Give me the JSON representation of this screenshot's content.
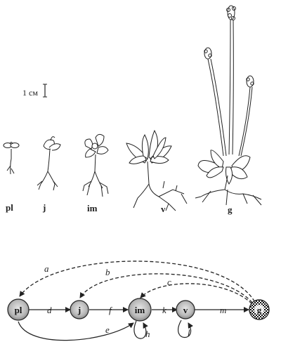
{
  "scale_bar": {
    "label": "1 см"
  },
  "stages": [
    {
      "id": "pl",
      "label": "pl"
    },
    {
      "id": "j",
      "label": "j"
    },
    {
      "id": "im",
      "label": "im"
    },
    {
      "id": "v",
      "label": "v"
    },
    {
      "id": "g",
      "label": "g"
    }
  ],
  "transitions": [
    {
      "label": "a",
      "from": "g",
      "to": "pl",
      "style": "dashed"
    },
    {
      "label": "b",
      "from": "g",
      "to": "j",
      "style": "dashed"
    },
    {
      "label": "c",
      "from": "g",
      "to": "im",
      "style": "dashed"
    },
    {
      "label": "d",
      "from": "pl",
      "to": "j",
      "style": "solid"
    },
    {
      "label": "e",
      "from": "pl",
      "to": "im",
      "style": "solid"
    },
    {
      "label": "f",
      "from": "j",
      "to": "im",
      "style": "solid"
    },
    {
      "label": "h",
      "from": "im",
      "to": "im",
      "style": "solid"
    },
    {
      "label": "k",
      "from": "im",
      "to": "v",
      "style": "solid"
    },
    {
      "label": "l",
      "from": "v",
      "to": "v",
      "style": "solid"
    },
    {
      "label": "m",
      "from": "v",
      "to": "g",
      "style": "solid"
    }
  ]
}
